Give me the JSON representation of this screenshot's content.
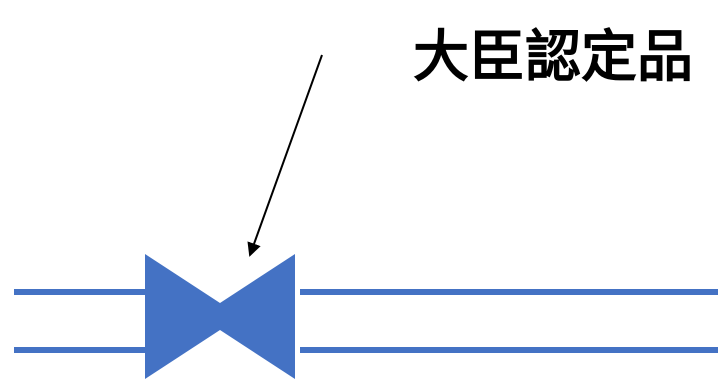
{
  "callout": {
    "label": "大臣認定品"
  },
  "colors": {
    "valve": "#4472c4",
    "pipe": "#4472c4",
    "arrow": "#000000",
    "text": "#000000",
    "background": "#ffffff"
  },
  "icons": {
    "valve": "gate-valve-symbol",
    "arrow": "arrow-pointer"
  }
}
